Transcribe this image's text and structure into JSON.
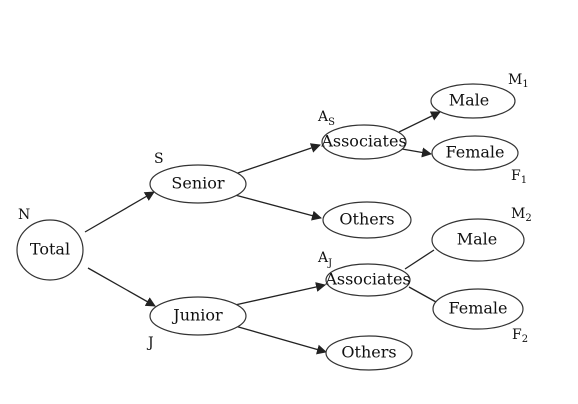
{
  "nodes": {
    "total": "Total",
    "senior": "Senior",
    "junior": "Junior",
    "senior_associates": "Associates",
    "senior_others": "Others",
    "junior_associates": "Associates",
    "junior_others": "Others",
    "senior_male": "Male",
    "senior_female": "Female",
    "junior_male": "Male",
    "junior_female": "Female"
  },
  "variables": {
    "n": "N",
    "s": "S",
    "j": "J",
    "as_main": "A",
    "as_sub": "S",
    "aj_main": "A",
    "aj_sub": "J",
    "m1_main": "M",
    "m1_sub": "1",
    "f1_main": "F",
    "f1_sub": "1",
    "m2_main": "M",
    "m2_sub": "2",
    "f2_main": "F",
    "f2_sub": "2"
  },
  "colors": {
    "stroke": "#333333",
    "text": "#111111",
    "background": "#ffffff"
  }
}
